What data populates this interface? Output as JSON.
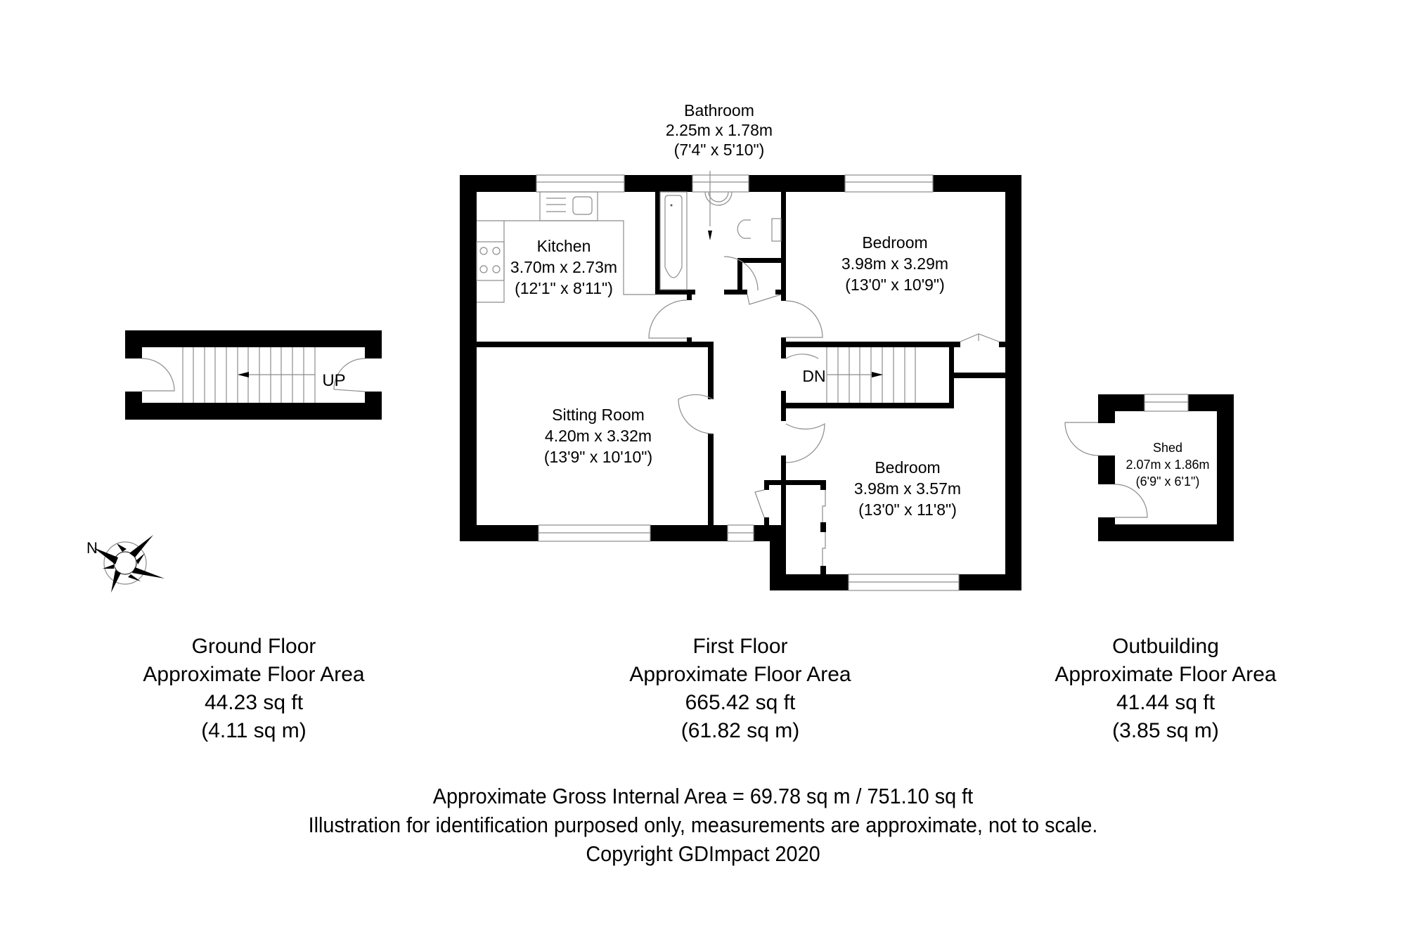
{
  "rooms": {
    "bathroom": {
      "name": "Bathroom",
      "metric": "2.25m x 1.78m",
      "imperial": "(7'4\" x 5'10\")"
    },
    "kitchen": {
      "name": "Kitchen",
      "metric": "3.70m x 2.73m",
      "imperial": "(12'1\" x 8'11\")"
    },
    "bedroom1": {
      "name": "Bedroom",
      "metric": "3.98m x 3.29m",
      "imperial": "(13'0\" x 10'9\")"
    },
    "sitting_room": {
      "name": "Sitting Room",
      "metric": "4.20m x 3.32m",
      "imperial": "(13'9\" x 10'10\")"
    },
    "bedroom2": {
      "name": "Bedroom",
      "metric": "3.98m x 3.57m",
      "imperial": "(13'0\" x 11'8\")"
    },
    "shed": {
      "name": "Shed",
      "metric": "2.07m x 1.86m",
      "imperial": "(6'9\" x 6'1\")"
    }
  },
  "stairs": {
    "up_label": "UP",
    "down_label": "DN"
  },
  "compass": {
    "north_label": "N",
    "icon": "compass-rose-icon"
  },
  "floors": [
    {
      "name": "Ground Floor",
      "caption": "Approximate Floor Area",
      "sqft": "44.23 sq ft",
      "sqm": "(4.11 sq m)"
    },
    {
      "name": "First Floor",
      "caption": "Approximate Floor Area",
      "sqft": "665.42 sq ft",
      "sqm": "(61.82 sq m)"
    },
    {
      "name": "Outbuilding",
      "caption": "Approximate Floor Area",
      "sqft": "41.44 sq ft",
      "sqm": "(3.85 sq m)"
    }
  ],
  "footer": {
    "gross_area": "Approximate Gross Internal Area = 69.78 sq m / 751.10 sq ft",
    "disclaimer": "Illustration for identification purposed only, measurements are approximate, not to scale.",
    "copyright": "Copyright GDImpact 2020"
  },
  "colors": {
    "wall": "#000000",
    "fixture_line": "#8c8c8c",
    "background": "#ffffff"
  }
}
